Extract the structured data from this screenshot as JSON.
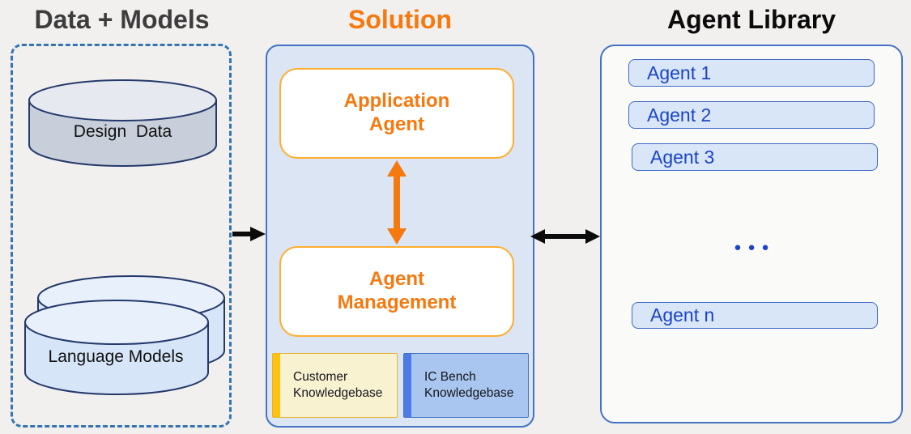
{
  "page": {
    "background": "#f1f0ee"
  },
  "data_models": {
    "title": "Data + Models",
    "design_data_label": "Design  Data",
    "language_models_label": "Language Models"
  },
  "solution": {
    "title": "Solution",
    "application_agent_label": "Application Agent",
    "agent_management_label": "Agent Management",
    "customer_kb_label": "Customer Knowledgebase",
    "icbench_kb_label": "IC Bench Knowledgebase"
  },
  "agent_library": {
    "title": "Agent Library",
    "agents": [
      {
        "label": "Agent 1"
      },
      {
        "label": "Agent 2"
      },
      {
        "label": "Agent 3"
      }
    ],
    "ellipsis": "●●●",
    "agent_n": {
      "label": "Agent n"
    }
  },
  "colors": {
    "accent_orange": "#f5790f",
    "title_gray": "#3d3d3d",
    "title_black": "#0b0b0b",
    "container_border_blue": "#4472c4",
    "dashed_border_blue": "#3575b5",
    "solution_fill": "#dbe5f3",
    "agent_box_border": "#ffae30",
    "agent_item_fill": "#d9e6f8",
    "agent_item_border": "#3e68c8",
    "agent_text_blue": "#1b45c7",
    "customer_kb_fill": "#f9f2d0",
    "customer_kb_accent": "#ffc110",
    "icbench_kb_fill": "#a8c6ef",
    "icbench_kb_accent": "#4a7be6",
    "cylinder_stroke": "#24396b",
    "design_cylinder_fill": "#c9cfda",
    "language_cylinder_fill": "#d7e5f8"
  }
}
